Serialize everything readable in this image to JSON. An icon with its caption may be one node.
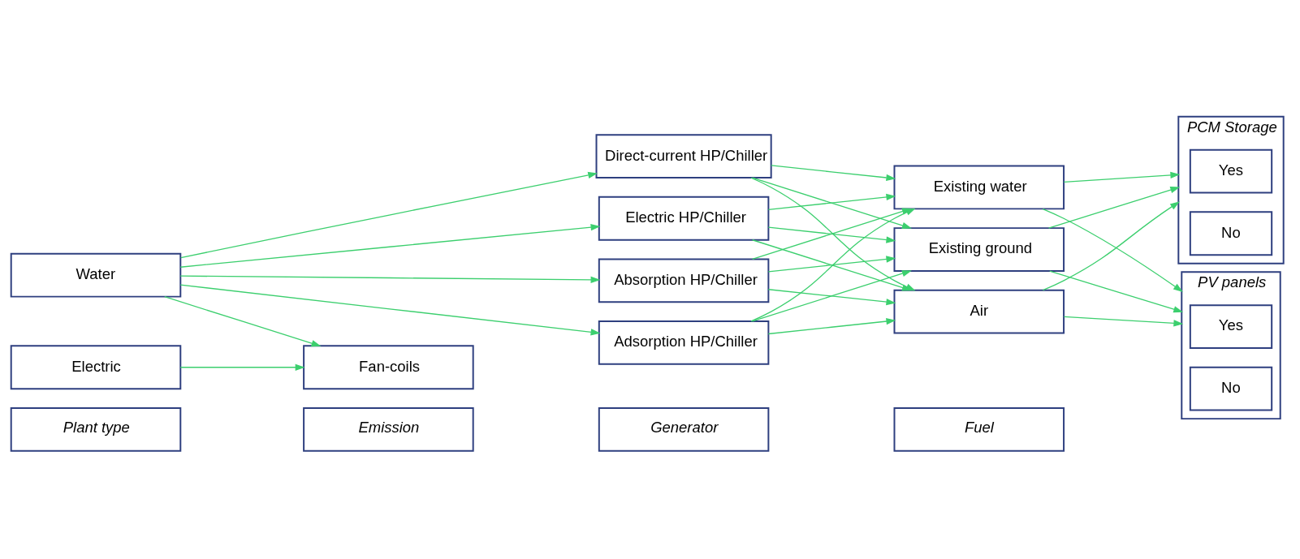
{
  "diagram": {
    "nodes": [
      {
        "text": [
          "Plant type"
        ]
      },
      {
        "text": [
          "Emission"
        ]
      },
      {
        "text": [
          "Generator"
        ]
      },
      {
        "text": [
          "Fuel"
        ]
      },
      {
        "text": [
          "PCM Storage"
        ]
      },
      {
        "text": [
          "Yes"
        ],
        "in": 4
      },
      {
        "text": [
          "No"
        ],
        "in": 4
      },
      {
        "text": [
          "Fan-coils"
        ]
      },
      {
        "text": [
          "Electric HP/Chiller"
        ]
      },
      {
        "text": [
          "Air"
        ]
      },
      {
        "text": [
          "Absorption HP/Chiller"
        ]
      },
      {
        "text": [
          "Existing water"
        ]
      },
      {
        "text": [
          "Adsorption HP/Chiller"
        ]
      },
      {
        "text": [
          "Existing ground"
        ]
      },
      {
        "text": [
          "PV panels"
        ]
      },
      {
        "text": [
          "Yes"
        ],
        "in": 14
      },
      {
        "text": [
          "No"
        ],
        "in": 14
      },
      {
        "text": [
          "Direct-current HP/Chiller"
        ]
      },
      {
        "text": [
          "Electric"
        ]
      },
      {
        "text": [
          "Water"
        ]
      }
    ],
    "edges": [
      {
        "from": 18,
        "to": 7,
        "arrow": "to"
      },
      {
        "from": 19,
        "to": 7,
        "arrow": "to"
      },
      {
        "from": 19,
        "to": 8,
        "arrow": "to"
      },
      {
        "from": 19,
        "to": 10,
        "arrow": "to"
      },
      {
        "from": 19,
        "to": 12,
        "arrow": "to"
      },
      {
        "from": 19,
        "to": 17,
        "arrow": "to"
      },
      {
        "from": 8,
        "to": 9,
        "arrow": "to"
      },
      {
        "from": 8,
        "to": 11,
        "arrow": "to"
      },
      {
        "from": 8,
        "to": 13,
        "arrow": "to"
      },
      {
        "from": 10,
        "to": 9,
        "arrow": "to"
      },
      {
        "from": 10,
        "to": 11,
        "arrow": "to"
      },
      {
        "from": 10,
        "to": 13,
        "arrow": "to"
      },
      {
        "from": 12,
        "to": 9,
        "arrow": "to"
      },
      {
        "from": 12,
        "to": 11,
        "arrow": "to"
      },
      {
        "from": 12,
        "to": 13,
        "arrow": "to"
      },
      {
        "from": 17,
        "to": 9,
        "arrow": "to"
      },
      {
        "from": 17,
        "to": 11,
        "arrow": "to"
      },
      {
        "from": 17,
        "to": 13,
        "arrow": "to"
      },
      {
        "from": 9,
        "to": 4,
        "arrow": "to"
      },
      {
        "from": 9,
        "to": 14,
        "arrow": "to"
      },
      {
        "from": 11,
        "to": 4,
        "arrow": "to"
      },
      {
        "from": 11,
        "to": 14,
        "arrow": "to"
      },
      {
        "from": 13,
        "to": 4,
        "arrow": "to"
      },
      {
        "from": 13,
        "to": 14,
        "arrow": "to"
      }
    ]
  }
}
